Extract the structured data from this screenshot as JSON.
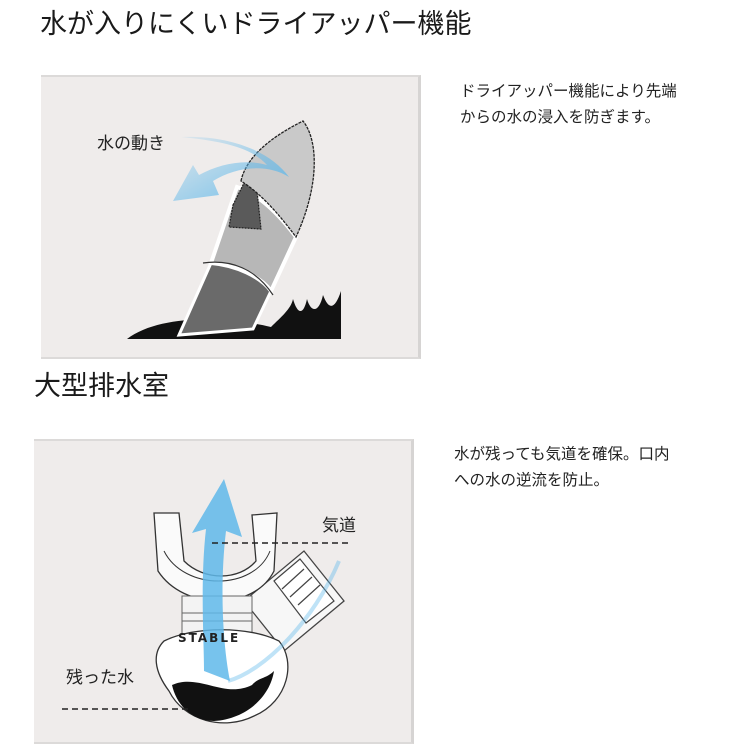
{
  "sections": [
    {
      "title": "水が入りにくいドライアッパー機能",
      "description": [
        "ドライアッパー機能により先端",
        "からの水の浸入を防ぎます。"
      ],
      "illustration": {
        "labels": {
          "water_movement": "水の動き"
        }
      }
    },
    {
      "title": "大型排水室",
      "description": [
        "水が残っても気道を確保。口内",
        "への水の逆流を防止。"
      ],
      "illustration": {
        "labels": {
          "airway": "気道",
          "remaining_water": "残った水",
          "brand": "STABLE"
        }
      }
    }
  ],
  "colors": {
    "panel_bg": "#efeceb",
    "arrow_blue": "#5fb8ea",
    "tube_light": "#c8c8c8",
    "tube_dark": "#6a6a6a",
    "water_black": "#111111"
  }
}
